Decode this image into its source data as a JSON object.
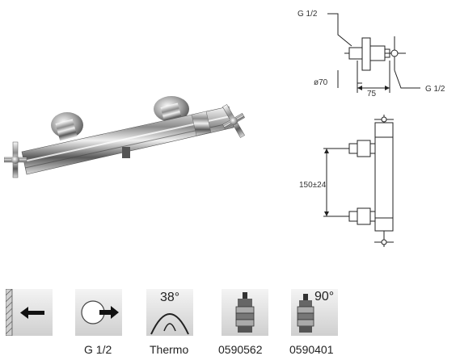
{
  "side_view": {
    "inlet_top_label": "G 1/2",
    "diameter_label": "ø70",
    "depth_label": "75",
    "outlet_label": "G 1/2"
  },
  "front_view": {
    "spacing_label": "150±24"
  },
  "icons": [
    {
      "name": "wall-mount-icon",
      "caption": "",
      "overlay": ""
    },
    {
      "name": "connection-icon",
      "caption": "G 1/2",
      "overlay": ""
    },
    {
      "name": "thermostat-icon",
      "caption": "Thermo",
      "overlay": "38°"
    },
    {
      "name": "cartridge-icon",
      "caption": "0590562",
      "overlay": ""
    },
    {
      "name": "ceramic-cartridge-icon",
      "caption": "0590401",
      "overlay": "90°"
    }
  ]
}
